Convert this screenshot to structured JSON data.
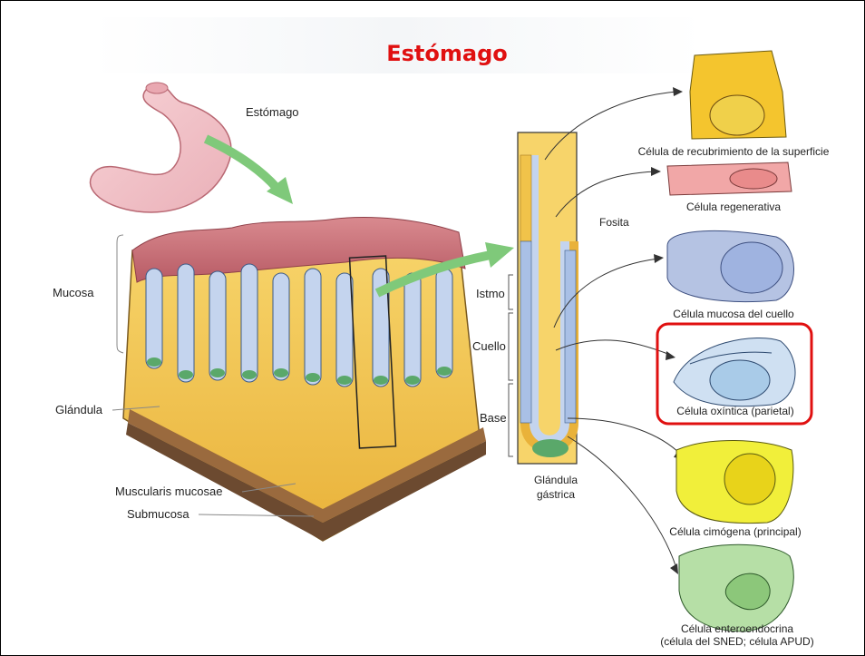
{
  "title": "Estómago",
  "labels": {
    "stomach": "Estómago",
    "mucosa": "Mucosa",
    "glandula": "Glándula",
    "muscularis": "Muscularis mucosae",
    "submucosa": "Submucosa",
    "fosita": "Fosita",
    "istmo": "Istmo",
    "cuello": "Cuello",
    "base": "Base",
    "glandula_gastrica_1": "Glándula",
    "glandula_gastrica_2": "gástrica"
  },
  "cells": {
    "surface": "Célula de recubrimiento de la superficie",
    "regenerative": "Célula regenerativa",
    "mucous_neck": "Célula mucosa del cuello",
    "oxyntic": "Célula oxíntica (parietal)",
    "chief": "Célula cimógena (principal)",
    "entero_1": "Célula enteroendocrina",
    "entero_2": "(célula del SNED; célula APUD)"
  },
  "colors": {
    "title": "#e01010",
    "highlight_box": "#e01010",
    "gland_yellow": "#f5c545",
    "mucosa_pink": "#c9707a",
    "arrow_green": "#7fc97a"
  }
}
